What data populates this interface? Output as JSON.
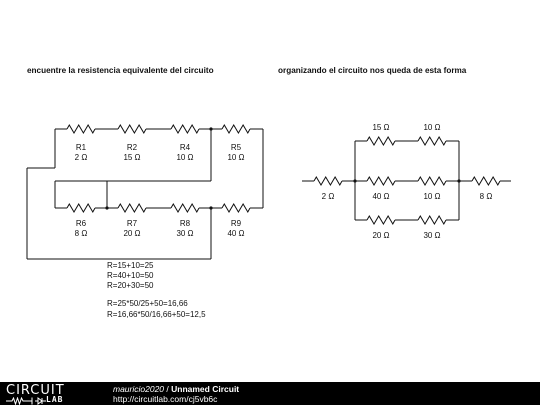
{
  "left_heading": "encuentre la resistencia equivalente del circuito",
  "right_heading": "organizando el circuito nos queda de esta forma",
  "left_resistors": [
    {
      "name": "R1",
      "value": "2 Ω"
    },
    {
      "name": "R2",
      "value": "15 Ω"
    },
    {
      "name": "R4",
      "value": "10 Ω"
    },
    {
      "name": "R5",
      "value": "10 Ω"
    },
    {
      "name": "R6",
      "value": "8 Ω"
    },
    {
      "name": "R7",
      "value": "20 Ω"
    },
    {
      "name": "R8",
      "value": "30 Ω"
    },
    {
      "name": "R9",
      "value": "40 Ω"
    }
  ],
  "right_labels": {
    "top1": "15 Ω",
    "top2": "10 Ω",
    "left": "2 Ω",
    "mid1": "40 Ω",
    "mid2": "10 Ω",
    "right": "8 Ω",
    "bot1": "20 Ω",
    "bot2": "30 Ω"
  },
  "calc_lines_1": [
    "R=15+10=25",
    "R=40+10=50",
    "R=20+30=50"
  ],
  "calc_lines_2": [
    "R=25*50/25+50=16,66",
    "R=16,66*50/16,66+50=12,5"
  ],
  "footer": {
    "logo_top": "CIRCUIT",
    "logo_bottom": "LAB",
    "user": "mauricio2020",
    "separator": " / ",
    "title": "Unnamed Circuit",
    "url": "http://circuitlab.com/cj5vb6c"
  }
}
